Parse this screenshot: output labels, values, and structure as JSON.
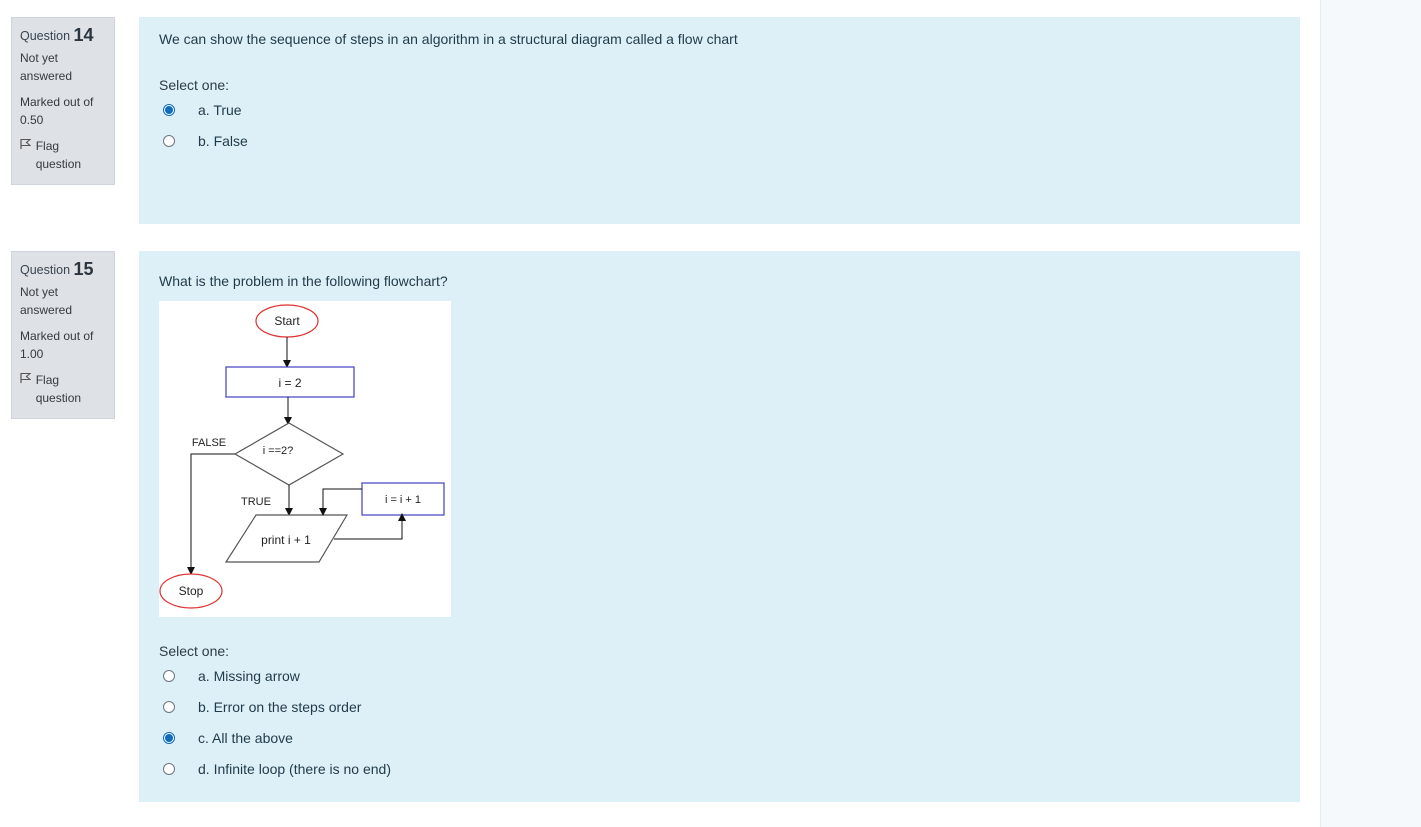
{
  "q14": {
    "info": {
      "label": "Question",
      "number": "14",
      "state": "Not yet answered",
      "grade": "Marked out of 0.50",
      "flag": "Flag question"
    },
    "text": "We can show the sequence of steps in an algorithm in a structural diagram called a flow chart",
    "prompt": "Select one:",
    "options": [
      {
        "label": "a. True",
        "selected": true
      },
      {
        "label": "b. False",
        "selected": false
      }
    ]
  },
  "q15": {
    "info": {
      "label": "Question",
      "number": "15",
      "state": "Not yet answered",
      "grade": "Marked out of 1.00",
      "flag": "Flag question"
    },
    "text": "What is the problem in the following flowchart?",
    "flowchart": {
      "start": "Start",
      "init": "i = 2",
      "condition": "i ==2?",
      "false_label": "FALSE",
      "true_label": "TRUE",
      "output": "print i + 1",
      "increment": "i = i + 1",
      "stop": "Stop"
    },
    "prompt": "Select one:",
    "options": [
      {
        "label": "a. Missing arrow",
        "selected": false
      },
      {
        "label": "b. Error on the steps order",
        "selected": false
      },
      {
        "label": "c. All the above",
        "selected": true
      },
      {
        "label": "d. Infinite loop (there is no end)",
        "selected": false
      }
    ]
  },
  "colors": {
    "accent": "#0f6cbf",
    "content_bg": "#def0f7",
    "info_bg": "#dee2e6"
  }
}
